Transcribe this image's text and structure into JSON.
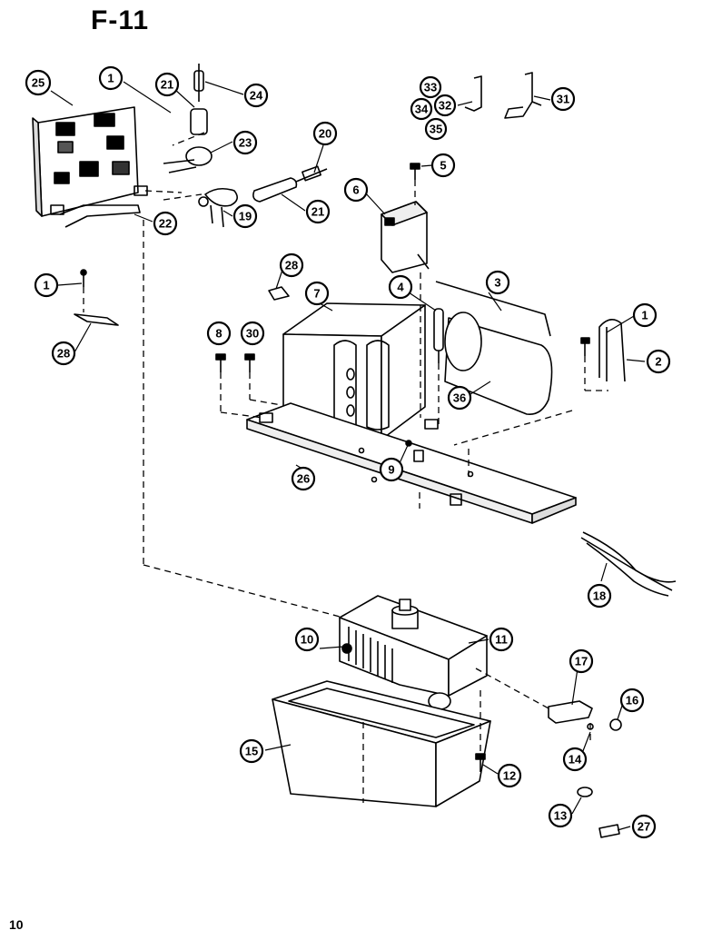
{
  "header": {
    "figure_title": "F-11"
  },
  "footer": {
    "page_number": "10"
  },
  "callouts": [
    {
      "id": "c25a",
      "label": "25"
    },
    {
      "id": "c1a",
      "label": "1"
    },
    {
      "id": "c21a",
      "label": "21"
    },
    {
      "id": "c24",
      "label": "24"
    },
    {
      "id": "c23",
      "label": "23"
    },
    {
      "id": "c20",
      "label": "20"
    },
    {
      "id": "c33",
      "label": "33"
    },
    {
      "id": "c34",
      "label": "34"
    },
    {
      "id": "c32",
      "label": "32"
    },
    {
      "id": "c35",
      "label": "35"
    },
    {
      "id": "c31",
      "label": "31"
    },
    {
      "id": "c5",
      "label": "5"
    },
    {
      "id": "c6",
      "label": "6"
    },
    {
      "id": "c22",
      "label": "22"
    },
    {
      "id": "c19",
      "label": "19"
    },
    {
      "id": "c21b",
      "label": "21"
    },
    {
      "id": "c1b",
      "label": "1"
    },
    {
      "id": "c28a",
      "label": "28"
    },
    {
      "id": "c28b",
      "label": "28"
    },
    {
      "id": "c7",
      "label": "7"
    },
    {
      "id": "c4",
      "label": "4"
    },
    {
      "id": "c3",
      "label": "3"
    },
    {
      "id": "c1c",
      "label": "1"
    },
    {
      "id": "c8",
      "label": "8"
    },
    {
      "id": "c30",
      "label": "30"
    },
    {
      "id": "c2",
      "label": "2"
    },
    {
      "id": "c36",
      "label": "36"
    },
    {
      "id": "c9",
      "label": "9"
    },
    {
      "id": "c26",
      "label": "26"
    },
    {
      "id": "c18",
      "label": "18"
    },
    {
      "id": "c10",
      "label": "10"
    },
    {
      "id": "c11",
      "label": "11"
    },
    {
      "id": "c17",
      "label": "17"
    },
    {
      "id": "c16",
      "label": "16"
    },
    {
      "id": "c15",
      "label": "15"
    },
    {
      "id": "c14",
      "label": "14"
    },
    {
      "id": "c12",
      "label": "12"
    },
    {
      "id": "c13",
      "label": "13"
    },
    {
      "id": "c27",
      "label": "27"
    }
  ]
}
